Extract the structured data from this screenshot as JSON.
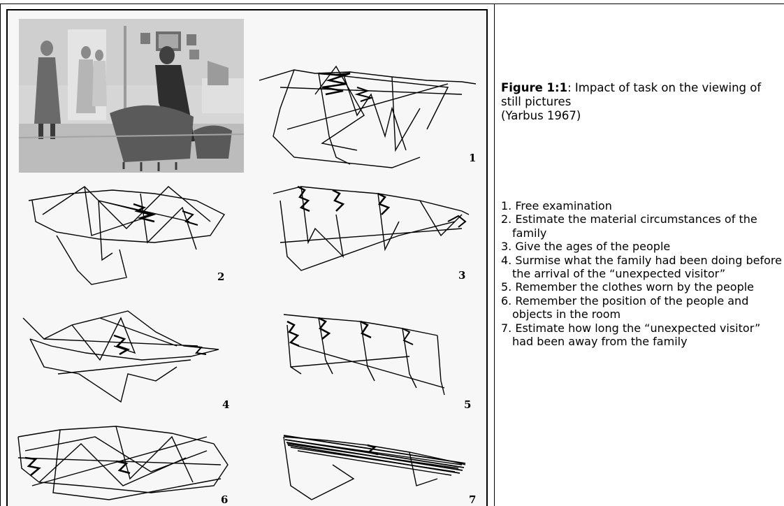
{
  "caption": {
    "label": "Figure 1:1",
    "text": ": Impact of task on the viewing of still pictures",
    "source": "(Yarbus 1967)"
  },
  "tasks": [
    "1. Free examination",
    "2. Estimate the material circumstances of the family",
    "3. Give the ages of the people",
    "4. Surmise what the family had been doing before the arrival of the “unexpected visitor”",
    "5. Remember the clothes worn by the people",
    "6. Remember the position of the people and objects in the room",
    "7. Estimate how long the “unexpected visitor” had been away from the family"
  ],
  "trace_numbers": [
    "1",
    "2",
    "3",
    "4",
    "5",
    "6",
    "7"
  ],
  "colors": {
    "ink": "#000000",
    "panel": "#f7f7f7",
    "painting_base": "#d9d9d9"
  }
}
